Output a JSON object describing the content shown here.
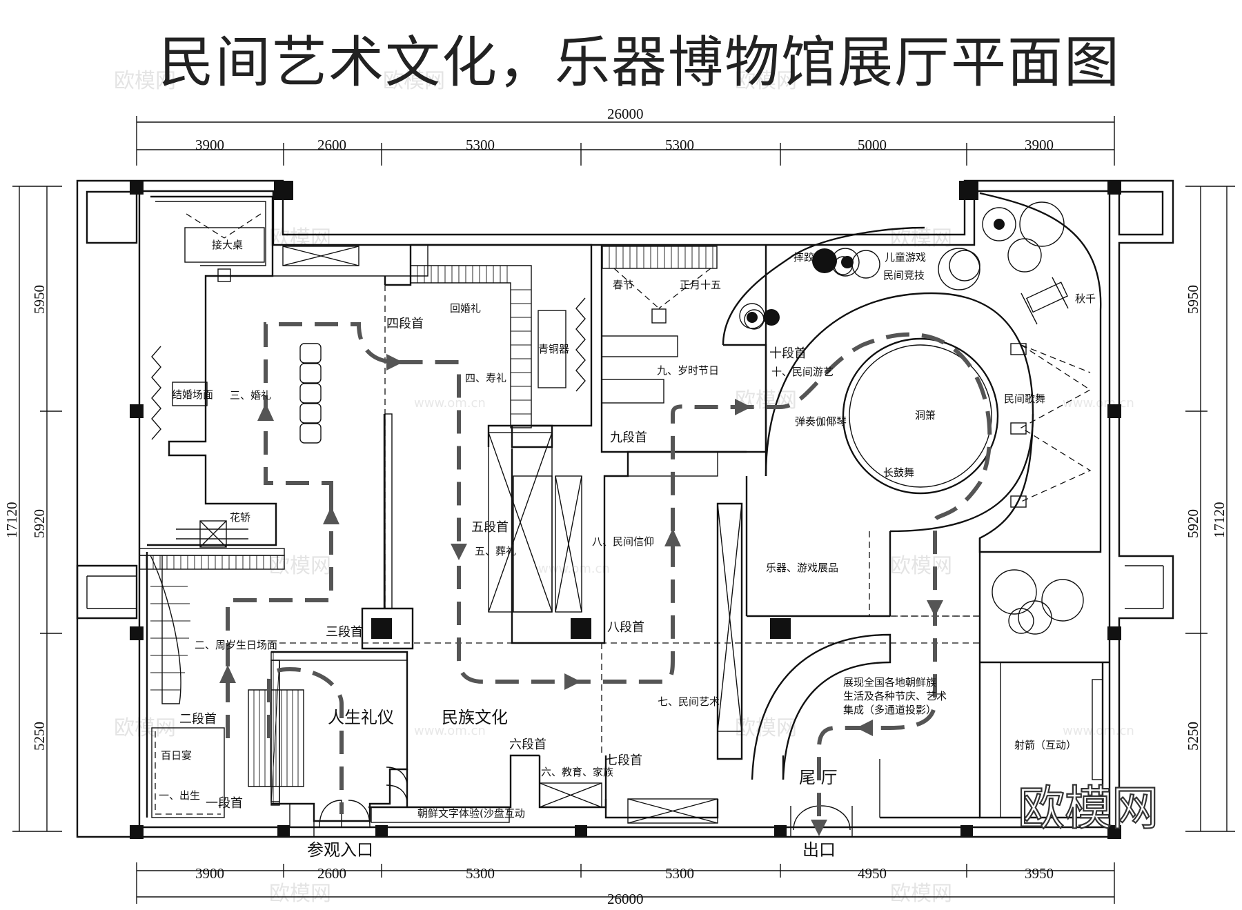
{
  "title": "民间艺术文化，乐器博物馆展厅平面图",
  "dimensions": {
    "total": "26000",
    "top": [
      "3900",
      "2600",
      "5300",
      "5300",
      "5000",
      "3900"
    ],
    "bottom": [
      "3900",
      "2600",
      "5300",
      "5300",
      "4950",
      "3950"
    ],
    "side_total": "17120",
    "left": [
      "5950",
      "5920",
      "5250"
    ],
    "right": [
      "5950",
      "5920",
      "5250"
    ]
  },
  "rooms": {
    "jiedazhuo": "接大桌",
    "jiehun": "结婚场面",
    "hunli": "三、婚礼",
    "huajiao": "花轿",
    "zhousui": "二、周岁生日场面",
    "erduan": "二段首",
    "bairiyan": "百日宴",
    "chusheng": "一、出生",
    "yiduan": "一段首",
    "rensheng": "人生礼仪",
    "minzu": "民族文化",
    "sanduan": "三段首",
    "siduan": "四段首",
    "huihunli": "回婚礼",
    "shouli": "四、寿礼",
    "qingtong": "青铜器",
    "wuduan": "五段首",
    "zangli": "五、葬礼",
    "liuduan": "六段首",
    "jiaoyu": "六、教育、家族",
    "qiduan": "七段首",
    "chaoxian": "朝鲜文字体验(沙盘互动",
    "chunjie": "春节",
    "zhengyue": "正月十五",
    "suishi": "九、岁时节日",
    "jiuduan": "九段首",
    "xinyang": "八、民间信仰",
    "baduan": "八段首",
    "minjianyishu": "七、民间艺术",
    "shuaijiao": "摔跤",
    "ertong": "儿童游戏",
    "jingji": "民间竞技",
    "qiuqian": "秋千",
    "shiduan": "十段首",
    "youyi": "十、民间游艺",
    "tanzou": "弹奏伽倻琴",
    "dongxiao": "洞箫",
    "changgu": "长鼓舞",
    "gewu": "民间歌舞",
    "yueqi": "乐器、游戏展品",
    "zhanxian1": "展现全国各地朝鲜族",
    "zhanxian2": "生活及各种节庆、艺术",
    "zhanxian3": "集成（多通道投影）",
    "weiting": "尾 厅",
    "shejian": "射箭（互动）",
    "rukou": "参观入口",
    "chukou": "出口"
  },
  "watermark": {
    "logo": "欧模网",
    "url": "www.om.cn"
  },
  "colors": {
    "line": "#111111",
    "route": "#555555",
    "watermark": "#e4e4e4"
  }
}
